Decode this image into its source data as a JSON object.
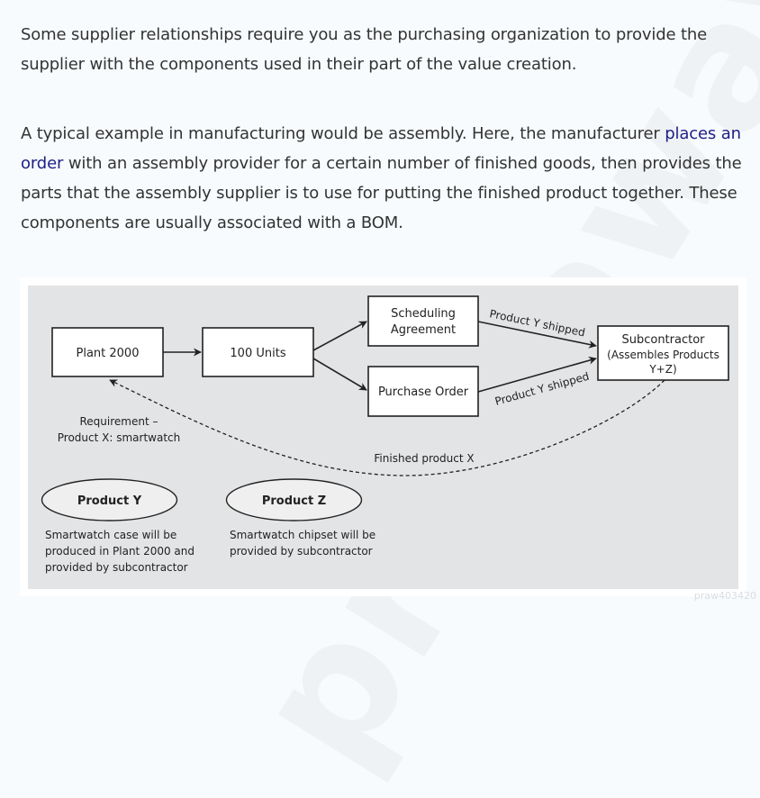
{
  "document": {
    "paragraph1": "Some supplier relationships require you as the purchasing organization to provide the supplier with the components used in their part of the value creation.",
    "paragraph2": {
      "before_link": "A typical example in manufacturing would be assembly. Here, the manufacturer ",
      "link_text": "places an order",
      "after_link": " with an assembly provider for a certain number of finished goods, then provides the parts that the assembly supplier is to use for putting the finished product together. These components are usually associated with a BOM."
    },
    "link_color": "#1e1e86"
  },
  "diagram": {
    "boxes": {
      "plant": "Plant 2000",
      "units": "100 Units",
      "scheduling_line1": "Scheduling",
      "scheduling_line2": "Agreement",
      "purchase_order": "Purchase Order",
      "subcontractor_line1": "Subcontractor",
      "subcontractor_line2": "(Assembles Products",
      "subcontractor_line3": "Y+Z)"
    },
    "edge_labels": {
      "shipped_top": "Product Y shipped",
      "shipped_bottom": "Product Y shipped",
      "finished": "Finished product X",
      "requirement_line1": "Requirement –",
      "requirement_line2": "Product X: smartwatch"
    },
    "products": [
      {
        "name": "Product Y",
        "desc_lines": [
          "Smartwatch case will be",
          "produced in Plant 2000 and",
          "provided by subcontractor"
        ]
      },
      {
        "name": "Product Z",
        "desc_lines": [
          "Smartwatch chipset will be",
          "provided by subcontractor"
        ]
      }
    ],
    "background_color": "#e3e4e6"
  },
  "watermark": {
    "text": "prepaway",
    "id_text": "praw403420"
  }
}
